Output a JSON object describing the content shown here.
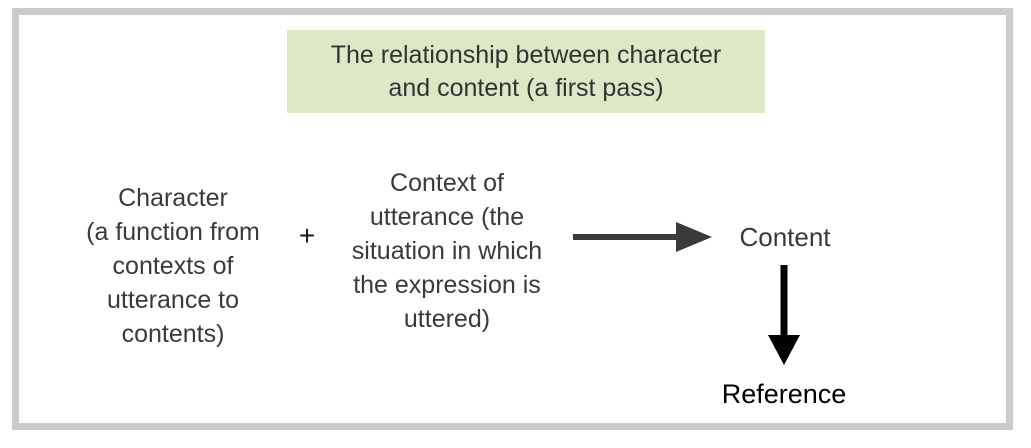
{
  "diagram": {
    "title": {
      "lines": [
        "The relationship between character",
        "and content (a first pass)"
      ]
    },
    "character_block": {
      "lines": [
        "Character",
        "(a function from",
        "contexts of",
        "utterance to",
        "contents)"
      ]
    },
    "plus_sign": "+",
    "context_block": {
      "lines": [
        "Context of",
        "utterance (the",
        "situation in which",
        "the expression is",
        "uttered)"
      ]
    },
    "content_label": "Content",
    "reference_label": "Reference",
    "colors": {
      "title_background": "#dce8c6",
      "frame_border": "#cbcbcb",
      "body_text": "#3a3a3a",
      "horizontal_arrow": "#3a3a3a",
      "vertical_arrow": "#000000"
    }
  }
}
